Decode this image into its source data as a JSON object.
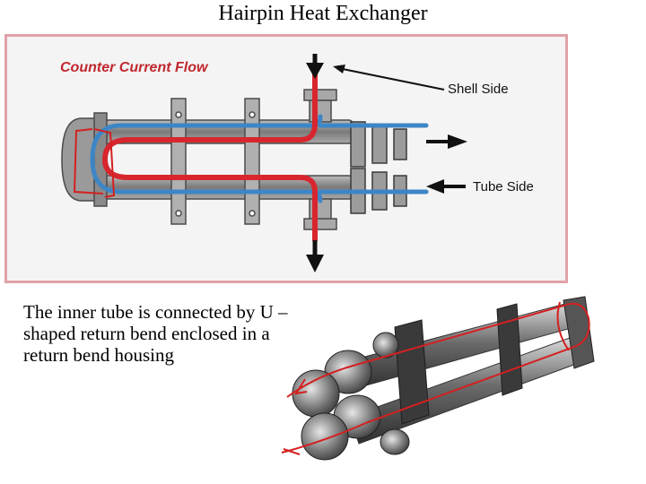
{
  "title": "Hairpin Heat Exchanger",
  "diagram": {
    "heading": "Counter Current Flow",
    "shell_side_label": "Shell Side",
    "tube_side_label": "Tube Side"
  },
  "caption": "The inner tube is connected by U – shaped return bend enclosed in a return bend housing",
  "colors": {
    "panel_border": "#e0a2a8",
    "panel_fill": "#f4f4f4",
    "shell_flow": "#3c86c6",
    "tube_flow": "#d8262f",
    "annotation": "#d42020",
    "heading_text": "#c0282f"
  }
}
